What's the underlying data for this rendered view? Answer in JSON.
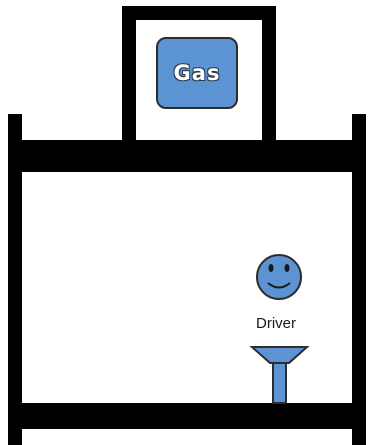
{
  "labels": {
    "gas": "Gas",
    "driver": "Driver"
  },
  "colors": {
    "structure": "#000000",
    "fill_blue": "#5b93d3",
    "outline": "#2d2d2d",
    "background": "#ffffff"
  },
  "icons": [
    "gas-box",
    "smiley-face-icon",
    "stand-pedestal"
  ]
}
